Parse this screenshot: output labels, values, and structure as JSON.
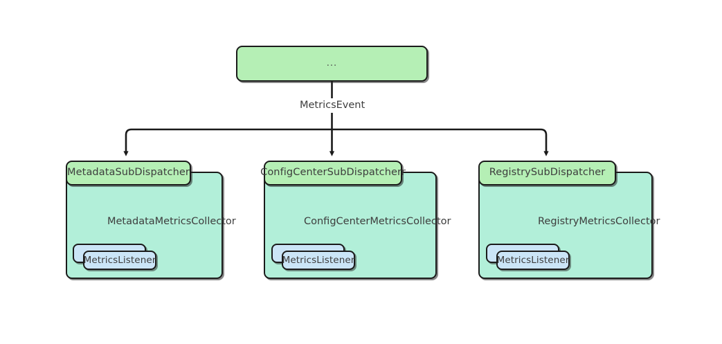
{
  "diagram": {
    "title": "Dubbo metrics event dispatch diagram",
    "background_color": "#ffffff",
    "colors": {
      "dispatcher_fill": "#b5efb5",
      "collector_fill": "#b2efd9",
      "listener_fill": "#cbe5f7",
      "stroke": "#1a1a1a",
      "text": "#3d3d3d"
    }
  },
  "root": {
    "label": "...",
    "edge_label": "MetricsEvent"
  },
  "groups": [
    {
      "dispatcher": "MetadataSubDispatcher",
      "collector": "MetadataMetricsCollector",
      "listener": "MetricsListener"
    },
    {
      "dispatcher": "ConfigCenterSubDispatcherr",
      "collector": "ConfigCenterMetricsCollector",
      "listener": "MetricsListener"
    },
    {
      "dispatcher": "RegistrySubDispatcher",
      "collector": "RegistryMetricsCollector",
      "listener": "MetricsListener"
    }
  ]
}
